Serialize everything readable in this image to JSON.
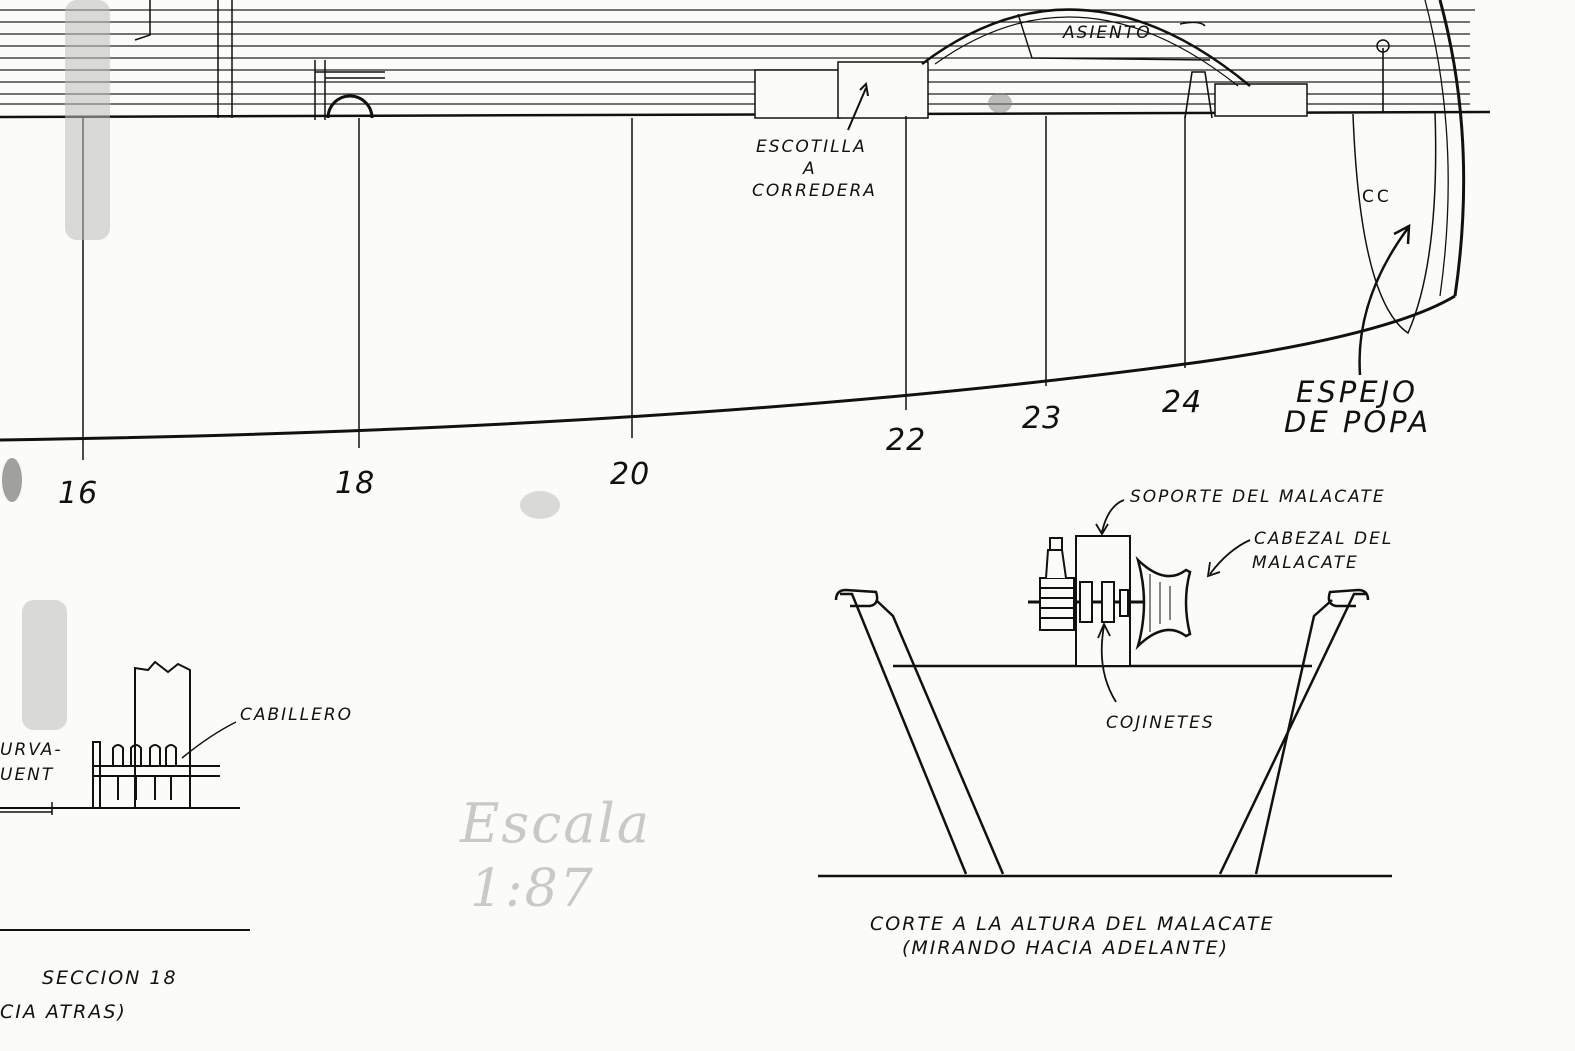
{
  "stations": {
    "s16": "16",
    "s18": "18",
    "s20": "20",
    "s22": "22",
    "s23": "23",
    "s24": "24"
  },
  "profile_labels": {
    "asiento": "ASIENTO",
    "escotilla_1": "ESCOTILLA",
    "escotilla_2": "A",
    "escotilla_3": "CORREDERA",
    "cc": "CC",
    "espejo_1": "ESPEJO",
    "espejo_2": "DE POPA"
  },
  "winch_labels": {
    "soporte": "SOPORTE DEL MALACATE",
    "cabezal_1": "CABEZAL DEL",
    "cabezal_2": "MALACATE",
    "cojinetes": "COJINETES",
    "caption_1": "CORTE A LA ALTURA DEL MALACATE",
    "caption_2": "(MIRANDO HACIA ADELANTE)"
  },
  "section_labels": {
    "cabillero": "CABILLERO",
    "curva_1": "URVA-",
    "curva_2": "UENT",
    "caption_1": "SECCION 18",
    "caption_2": "CIA ATRAS)"
  },
  "pencil_note": {
    "line1": "Escala",
    "line2": "1:87"
  },
  "colors": {
    "ink": "#111111",
    "paper": "#fbfbf8",
    "pencil": "#c9c9c6"
  }
}
